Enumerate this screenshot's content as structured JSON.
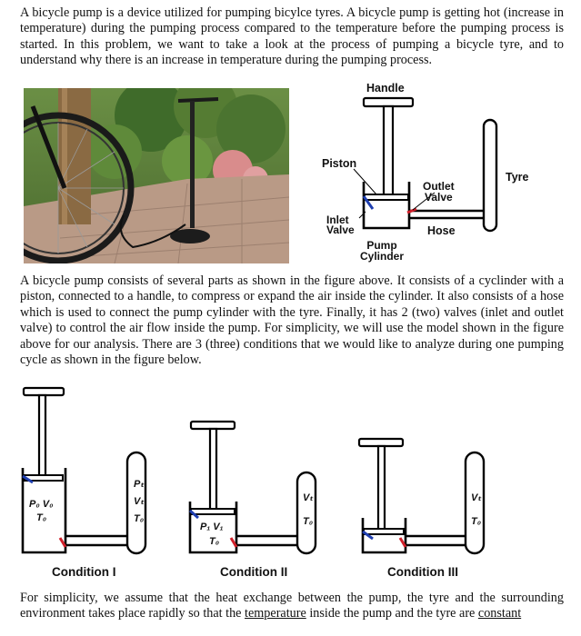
{
  "paragraphs": {
    "p1": "A bicycle pump is a device utilized for pumping bicylce tyres. A bicycle pump is getting hot (increase in temperature) during the pumping process compared to the temperature before the pumping process is started. In this problem, we want to take a look at the process of pumping a bicycle tyre, and to understand why there is an increase in temperature during the pumping process.",
    "p2": "A bicycle pump consists of several parts as shown in the figure above. It consists of a cyclinder with a piston, connected to a handle, to compress or expand the air inside the cylinder. It also consists of a hose which is used to connect the pump cylinder with the tyre. Finally, it has 2 (two) valves (inlet and outlet valve) to control the air flow inside the pump. For simplicity, we will use the model shown in the figure above for our analysis. There are 3 (three) conditions that we would like to analyze during one pumping cycle as shown in the figure below.",
    "p3_a": "For simplicity, we assume that the heat exchange between the pump, the tyre and the surrounding environment takes place rapidly so that the ",
    "p3_u1": "temperature",
    "p3_b": " inside the pump and the tyre are ",
    "p3_u2": "constant"
  },
  "diagram_labels": {
    "handle": "Handle",
    "piston": "Piston",
    "outlet_valve": "Outlet Valve",
    "outlet_line1": "Outlet",
    "outlet_line2": "Valve",
    "tyre": "Tyre",
    "inlet_line1": "Inlet",
    "inlet_line2": "Valve",
    "hose": "Hose",
    "pump_line1": "Pump",
    "pump_line2": "Cylinder"
  },
  "conditions": {
    "c1": {
      "label": "Condition I",
      "pump": [
        "P₀ V₀",
        "T₀"
      ],
      "tyre": [
        "Pₜ",
        "Vₜ",
        "T₀"
      ]
    },
    "c2": {
      "label": "Condition II",
      "pump": [
        "P₁ V₁",
        "T₀"
      ],
      "tyre": [
        "Vₜ",
        "T₀"
      ]
    },
    "c3": {
      "label": "Condition III",
      "tyre": [
        "Vₜ",
        "T₀"
      ]
    }
  },
  "colors": {
    "inlet_valve": "#1f3fb0",
    "outlet_valve": "#d0202a"
  }
}
